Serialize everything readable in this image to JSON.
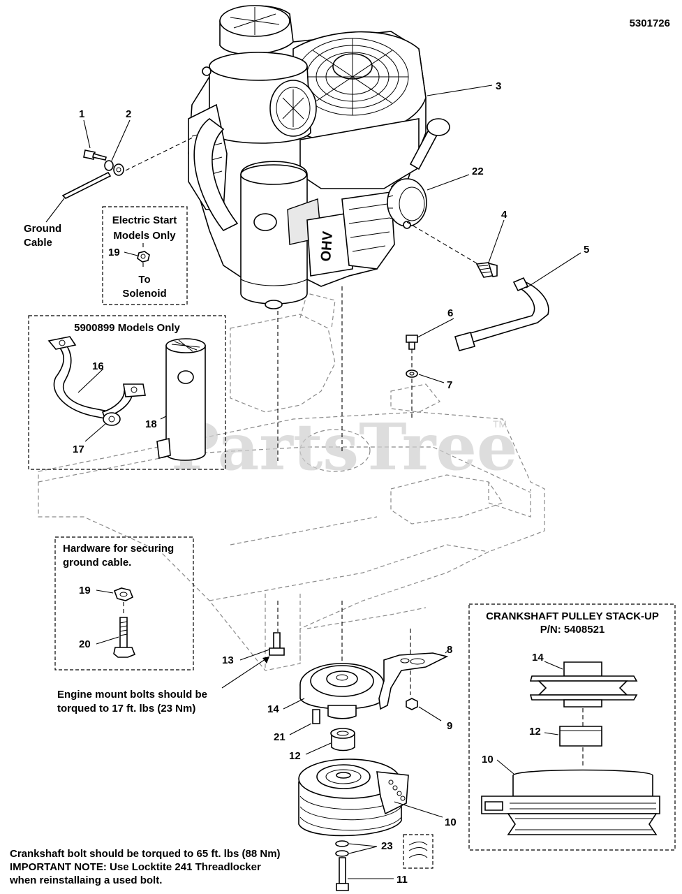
{
  "doc_number": "5301726",
  "watermark": "PartsTree",
  "watermark_tm": "TM",
  "callouts": {
    "c1": "1",
    "c2": "2",
    "c3": "3",
    "c4": "4",
    "c5": "5",
    "c6": "6",
    "c7": "7",
    "c8": "8",
    "c9": "9",
    "c10": "10",
    "c11": "11",
    "c12": "12",
    "c13": "13",
    "c14": "14",
    "c16": "16",
    "c17": "17",
    "c18": "18",
    "c19": "19",
    "c20": "20",
    "c21": "21",
    "c22": "22",
    "c23": "23"
  },
  "labels": {
    "ground_cable_l1": "Ground",
    "ground_cable_l2": "Cable"
  },
  "electric_start_box": {
    "line1": "Electric Start",
    "line2": "Models Only",
    "callout": "19",
    "to_line1": "To",
    "to_line2": "Solenoid"
  },
  "models_box": {
    "title": "5900899 Models Only"
  },
  "hardware_box": {
    "line1": "Hardware for securing",
    "line2": "ground cable.",
    "c19": "19",
    "c20": "20"
  },
  "stackup_box": {
    "title": "CRANKSHAFT PULLEY STACK-UP",
    "pn": "P/N: 5408521",
    "c14": "14",
    "c12": "12",
    "c10": "10"
  },
  "notes": {
    "engine_mount_l1": "Engine mount bolts should be",
    "engine_mount_l2": "torqued to 17 ft. lbs (23 Nm)",
    "crank_l1": "Crankshaft bolt should be torqued to 65 ft. lbs (88 Nm)",
    "crank_l2": "IMPORTANT NOTE:  Use Locktite 241 Threadlocker",
    "crank_l3": "when reinstallaing a used bolt."
  }
}
